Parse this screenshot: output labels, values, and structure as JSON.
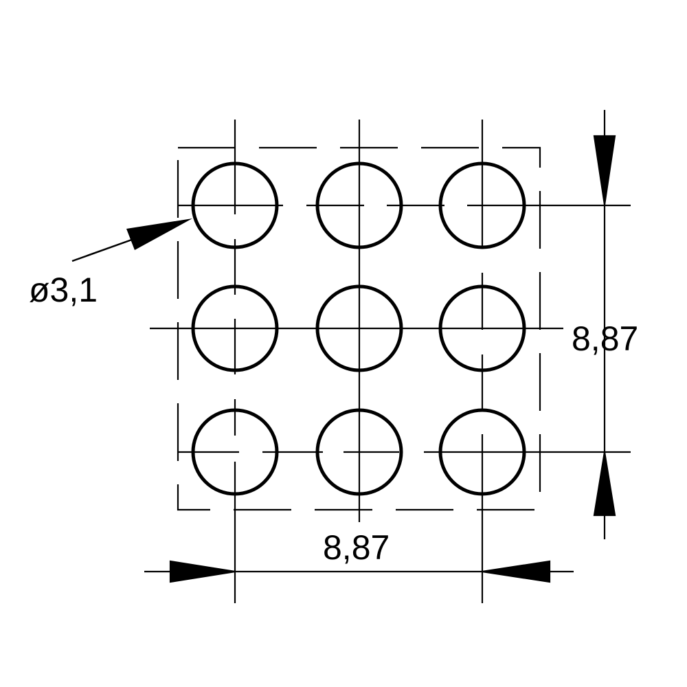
{
  "drawing": {
    "hole_pattern": {
      "rows": 3,
      "columns": 3
    },
    "diameter_label": "ø3,1",
    "horizontal_pitch_label": "8,87",
    "vertical_pitch_label": "8,87",
    "line_color": "#000000",
    "background_color": "#ffffff"
  }
}
